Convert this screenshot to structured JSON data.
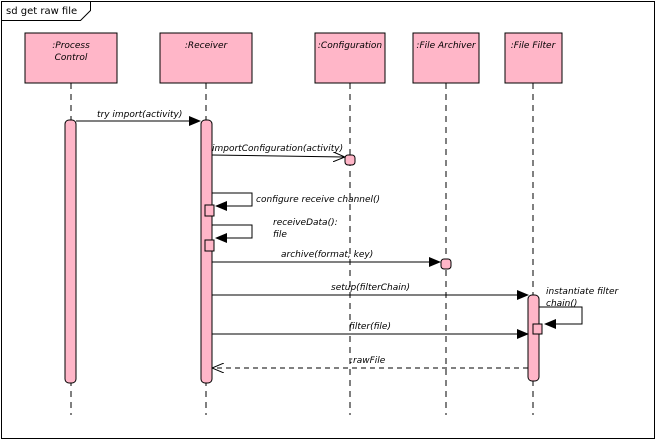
{
  "frame": {
    "title": "sd get raw file"
  },
  "lifelines": [
    {
      "id": "process",
      "lines": [
        ":Process",
        "Control"
      ]
    },
    {
      "id": "receiver",
      "lines": [
        ":Receiver"
      ]
    },
    {
      "id": "configuration",
      "lines": [
        ":Configuration"
      ]
    },
    {
      "id": "archiver",
      "lines": [
        ":File Archiver"
      ]
    },
    {
      "id": "filter",
      "lines": [
        ":File Filter"
      ]
    }
  ],
  "messages": [
    {
      "id": "m1",
      "from": "process",
      "to": "receiver",
      "type": "sync",
      "lines": [
        "try import(activity)"
      ]
    },
    {
      "id": "m2",
      "from": "receiver",
      "to": "configuration",
      "type": "async",
      "lines": [
        "importConfiguration(activity)"
      ]
    },
    {
      "id": "m3",
      "from": "receiver",
      "to": "receiver",
      "type": "self",
      "lines": [
        "configure receive channel()"
      ]
    },
    {
      "id": "m4",
      "from": "receiver",
      "to": "receiver",
      "type": "self",
      "lines": [
        "receiveData():",
        "file"
      ]
    },
    {
      "id": "m5",
      "from": "receiver",
      "to": "archiver",
      "type": "sync",
      "lines": [
        "archive(format, key)"
      ]
    },
    {
      "id": "m6",
      "from": "receiver",
      "to": "filter",
      "type": "sync",
      "lines": [
        "setup(filterChain)"
      ]
    },
    {
      "id": "m7",
      "from": "filter",
      "to": "filter",
      "type": "self",
      "lines": [
        "instantiate filter",
        "chain()"
      ]
    },
    {
      "id": "m8",
      "from": "receiver",
      "to": "filter",
      "type": "sync",
      "lines": [
        "filter(file)"
      ]
    },
    {
      "id": "m9",
      "from": "filter",
      "to": "receiver",
      "type": "return",
      "lines": [
        ":rawFile"
      ]
    }
  ],
  "colors": {
    "box_fill": "#ffb6c8",
    "stroke": "#000000",
    "background": "#ffffff"
  }
}
